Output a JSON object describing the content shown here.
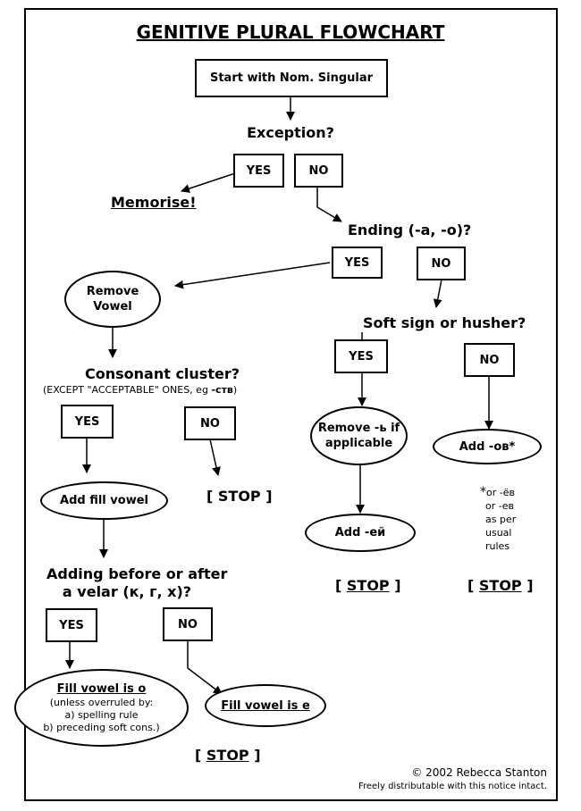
{
  "title": "GENITIVE PLURAL FLOWCHART",
  "start": "Start with Nom. Singular",
  "q_exception": "Exception?",
  "yes": "YES",
  "no": "NO",
  "memorise": "Memorise!",
  "q_ending": "Ending (-а, -о)?",
  "remove_vowel": [
    "Remove",
    "Vowel"
  ],
  "q_soft": "Soft sign or husher?",
  "q_cluster": "Consonant cluster?",
  "cluster_note_prefix": "(EXCEPT \"ACCEPTABLE\" ONES, eg ",
  "cluster_note_example": "-ств",
  "cluster_note_suffix": ")",
  "remove_soft": [
    "Remove -ь if",
    "applicable"
  ],
  "add_ov": "Add -ов*",
  "add_fill": "Add fill vowel",
  "stop_open": "[ ",
  "stop_word": "STOP",
  "stop_close": " ]",
  "add_ei": "Add -ей",
  "footnote_star": "*",
  "footnote": [
    "or -ёв",
    "or -ев",
    "as per",
    "usual",
    "rules"
  ],
  "q_velar": [
    "Adding before or after",
    "a velar (к, г, х)?"
  ],
  "fill_o": "Fill vowel is o",
  "fill_o_note": [
    "(unless overruled by:",
    "a) spelling rule",
    "b) preceding soft cons.)"
  ],
  "fill_e": "Fill vowel is e",
  "copyright": "© 2002 Rebecca Stanton",
  "license": "Freely distributable with this notice intact."
}
